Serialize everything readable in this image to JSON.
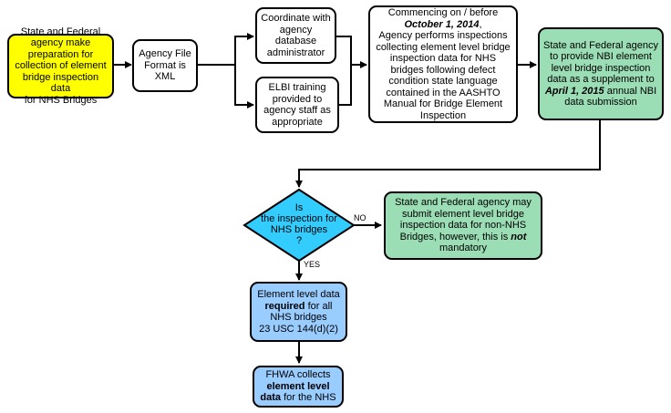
{
  "nodes": {
    "start": {
      "lines": [
        "State and Federal",
        "agency make",
        "preparation for",
        "collection of element",
        "bridge inspection data",
        "for NHS Bridges"
      ],
      "color": "#ffff00"
    },
    "agency_file": {
      "lines": [
        "Agency File",
        "Format is",
        "XML"
      ]
    },
    "coordinate": {
      "lines": [
        "Coordinate with",
        "agency",
        "database",
        "administrator"
      ]
    },
    "elbi": {
      "lines": [
        "ELBI training",
        "provided to",
        "agency staff as",
        "appropriate"
      ]
    },
    "commencing": {
      "line1": "Commencing on / before",
      "date": "October 1, 2014",
      "date_suffix": ",",
      "rest": [
        "Agency performs inspections",
        "collecting element level bridge",
        "inspection data for NHS",
        "bridges following defect",
        "condition state language",
        "contained in the AASHTO",
        "Manual for Bridge Element",
        "Inspection"
      ]
    },
    "provide_nbi": {
      "pre": [
        "State and Federal agency",
        "to provide NBI element",
        "level bridge inspection",
        "data as a supplement to"
      ],
      "date": "April 1, 2015",
      "date_suffix": " annual NBI",
      "post": [
        "data submission"
      ],
      "color": "#9bddb5"
    },
    "decision": {
      "lines": [
        "Is",
        "the inspection for",
        "NHS bridges",
        "?"
      ],
      "color": "#33ccff"
    },
    "may_submit": {
      "pre": [
        "State and Federal agency may",
        "submit element level bridge",
        "inspection data for non-NHS"
      ],
      "line4_pre": "Bridges, however, this is ",
      "line4_bold": "not",
      "post": [
        "mandatory"
      ],
      "color": "#9bddb5"
    },
    "required": {
      "line1": "Element level data",
      "bold": "required",
      "bold_suffix": " for all",
      "rest": [
        "NHS bridges",
        "23 USC 144(d)(2)"
      ],
      "color": "#99ccff"
    },
    "fhwa": {
      "line1": "FHWA collects",
      "bold1": "element level",
      "bold2": "data",
      "bold2_suffix": " for the NHS",
      "color": "#99ccff"
    }
  },
  "edge_labels": {
    "no": "NO",
    "yes": "YES"
  }
}
